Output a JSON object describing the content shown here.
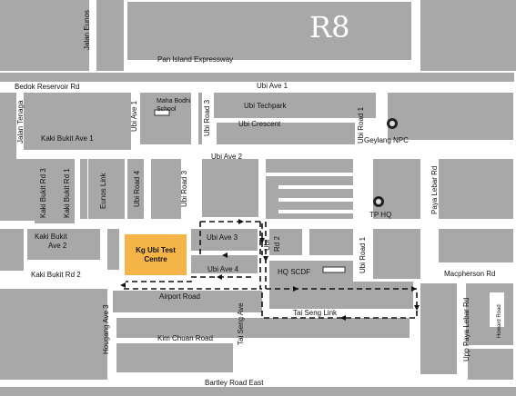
{
  "route": {
    "title": "R8"
  },
  "colors": {
    "block": "#a8a8a8",
    "block_dark": "#8f8f8f",
    "road": "#ffffff",
    "centre": "#f5b447",
    "route": "#111111"
  },
  "labels": {
    "jalan_eunos": "Jalan Eunos",
    "pie": "Pan Island Expressway",
    "bedok_reservoir": "Bedok Reservoir Rd",
    "ubi_ave1_top": "Ubi Ave 1",
    "ubi_ave1_vert": "Ubi Ave 1",
    "maha_bodhi": "Maha Bodhi School",
    "ubi_techpark": "Ubi Techpark",
    "ubi_crescent": "Ubi Crescent",
    "ubi_road3_top": "Ubi Road 3",
    "ubi_road1_right": "Ubi Road 1",
    "geylang_npc": "Geylang NPC",
    "jalan_tenaga": "Jalan Tenaga",
    "kaki_bukit_ave1": "Kaki Bukit Ave 1",
    "ubi_ave2": "Ubi Ave 2",
    "kaki_bukit_rd3": "Kaki Bukit Rd 3",
    "kaki_bukit_rd1": "Kaki Bukit Rd 1",
    "eunos_link": "Eunos Link",
    "ubi_road4": "Ubi Road 4",
    "ubi_road3_mid": "Ubi Road 3",
    "tp_hq": "TP HQ",
    "paya_lebar_rd": "Paya Lebar Rd",
    "kaki_bukit_ave2": "Kaki Bukit Ave 2",
    "ubi_ave3": "Ubi Ave 3",
    "ubi_rd2": "Ubi Rd 2",
    "ubi_road1_lower": "Ubi Road 1",
    "ubi_ave4": "Ubi Ave 4",
    "hq_scdf": "HQ SCDF",
    "kaki_bukit_rd2": "Kaki Bukit Rd 2",
    "macpherson_rd": "Macpherson Rd",
    "airport_road": "Airport Road",
    "tai_seng_ave": "Tai Seng Ave",
    "tai_seng_link": "Tai Seng Link",
    "hougang_ave3": "Hougang Ave 3",
    "kim_chuan_road": "Kim Chuan Road",
    "upp_paya_lebar": "Upp Paya Lebar Rd",
    "howard_road": "Howard Road",
    "bartley_road_east": "Bartley Road East"
  },
  "centre": {
    "line1": "Kg Ubi Test",
    "line2": "Centre"
  },
  "icons": {
    "geylang_npc": "police-badge-icon",
    "tp_hq": "police-badge-icon"
  }
}
